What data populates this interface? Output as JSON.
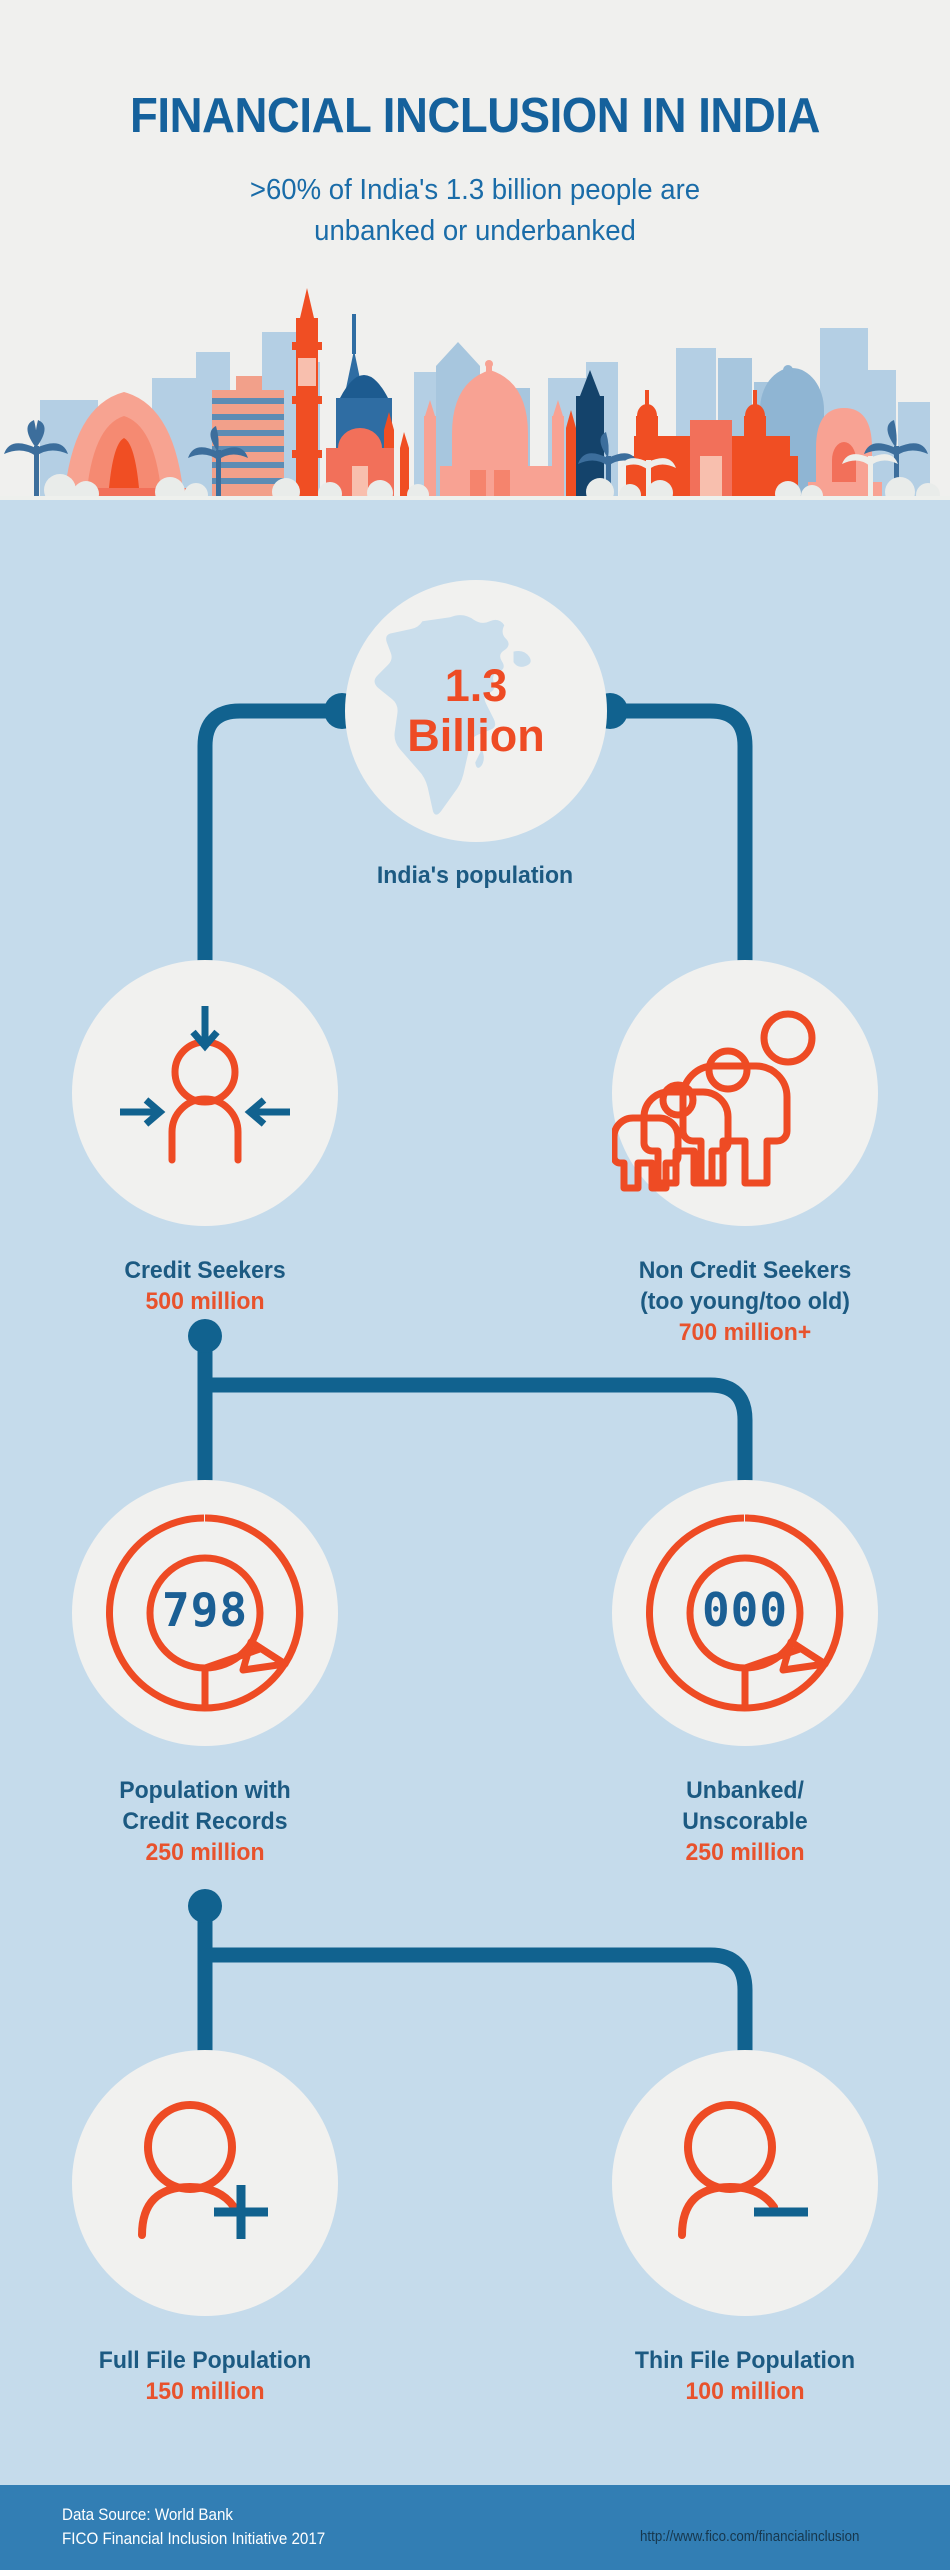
{
  "header": {
    "title": "FINANCIAL INCLUSION IN INDIA",
    "subtitle_line1": ">60% of India's 1.3 billion people are",
    "subtitle_line2": "unbanked or underbanked",
    "skyline_icon": "india-skyline-illustration"
  },
  "colors": {
    "background": "#c5dbeb",
    "header_background": "#f0f0ee",
    "brand_blue": "#15619c",
    "label_blue": "#1c5a82",
    "accent_orange": "#e8522c",
    "circle_fill": "#f1f1ef",
    "connector_blue": "#11628f",
    "footer_background": "#327eb4",
    "footer_text": "#ffffff",
    "footer_url_text": "#17374d",
    "map_fill": "#cadeec"
  },
  "nodes": {
    "root": {
      "icon": "india-map-icon",
      "value_line1": "1.3",
      "value_line2": "Billion",
      "label": "India's population"
    },
    "credit_seekers": {
      "icon": "person-with-inward-arrows-icon",
      "name": "Credit Seekers",
      "value": "500 million"
    },
    "non_credit_seekers": {
      "icon": "three-people-sizes-icon",
      "name_line1": "Non Credit Seekers",
      "name_line2": "(too young/too old)",
      "value": "700 million+"
    },
    "credit_records": {
      "icon": "credit-score-gauge-icon",
      "gauge_reading": "798",
      "name_line1": "Population with",
      "name_line2": "Credit Records",
      "value": "250 million"
    },
    "unbanked": {
      "icon": "credit-score-gauge-icon",
      "gauge_reading": "000",
      "name_line1": "Unbanked/",
      "name_line2": "Unscorable",
      "value": "250 million"
    },
    "full_file": {
      "icon": "person-plus-icon",
      "name": "Full File Population",
      "value": "150 million"
    },
    "thin_file": {
      "icon": "person-minus-icon",
      "name": "Thin File Population",
      "value": "100 million"
    }
  },
  "footer": {
    "source_line1": "Data Source: World Bank",
    "source_line2": "FICO Financial Inclusion Initiative 2017",
    "url": "http://www.fico.com/financialinclusion"
  },
  "chart_data": {
    "type": "tree",
    "title": "Financial Inclusion in India",
    "nodes": [
      {
        "id": "root",
        "label": "India's population",
        "value": 1300,
        "unit": "million",
        "display": "1.3 Billion",
        "parent": null
      },
      {
        "id": "credit_seekers",
        "label": "Credit Seekers",
        "value": 500,
        "unit": "million",
        "display": "500 million",
        "parent": "root"
      },
      {
        "id": "non_credit_seekers",
        "label": "Non Credit Seekers (too young/too old)",
        "value": 700,
        "unit": "million",
        "display": "700 million+",
        "parent": "root"
      },
      {
        "id": "credit_records",
        "label": "Population with Credit Records",
        "value": 250,
        "unit": "million",
        "display": "250 million",
        "parent": "credit_seekers"
      },
      {
        "id": "unbanked",
        "label": "Unbanked/Unscorable",
        "value": 250,
        "unit": "million",
        "display": "250 million",
        "parent": "credit_seekers"
      },
      {
        "id": "full_file",
        "label": "Full File Population",
        "value": 150,
        "unit": "million",
        "display": "150 million",
        "parent": "credit_records"
      },
      {
        "id": "thin_file",
        "label": "Thin File Population",
        "value": 100,
        "unit": "million",
        "display": "100 million",
        "parent": "credit_records"
      }
    ]
  }
}
